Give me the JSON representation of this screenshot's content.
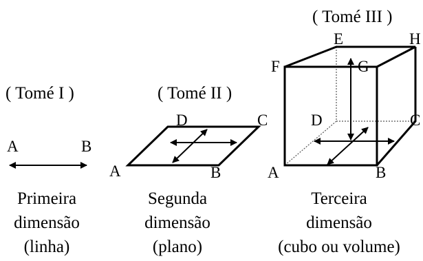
{
  "panels": [
    {
      "name": "line",
      "tag": "( Tomé I )",
      "caption": [
        "Primeira",
        "dimensão",
        "(linha)"
      ],
      "points": [
        "A",
        "B"
      ]
    },
    {
      "name": "plane",
      "tag": "( Tomé II )",
      "caption": [
        "Segunda",
        "dimensão",
        "(plano)"
      ],
      "points": [
        "A",
        "B",
        "C",
        "D"
      ]
    },
    {
      "name": "cube",
      "tag": "( Tomé III )",
      "caption": [
        "Terceira",
        "dimensão",
        "(cubo ou volume)"
      ],
      "points": [
        "A",
        "B",
        "C",
        "D",
        "E",
        "F",
        "G",
        "H"
      ]
    }
  ]
}
